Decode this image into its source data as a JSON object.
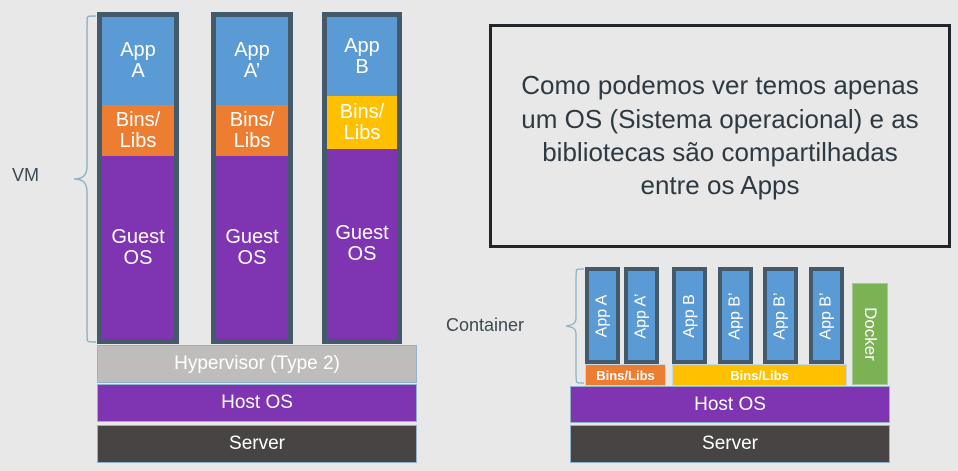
{
  "diagram": {
    "vm_side_label": "VM",
    "container_side_label": "Container",
    "vm_stacks": [
      {
        "app": "App\nA",
        "bins": "Bins/\nLibs",
        "bins_color": "orange",
        "os": "Guest\nOS"
      },
      {
        "app": "App\nA’",
        "bins": "Bins/\nLibs",
        "bins_color": "orange",
        "os": "Guest\nOS"
      },
      {
        "app": "App\nB",
        "bins": "Bins/\nLibs",
        "bins_color": "yellow",
        "os": "Guest\nOS"
      }
    ],
    "vm_bands": [
      {
        "label": "Hypervisor (Type 2)",
        "color": "gray"
      },
      {
        "label": "Host OS",
        "color": "purple"
      },
      {
        "label": "Server",
        "color": "dark"
      }
    ],
    "container_apps": [
      "App A",
      "App A’",
      "App B",
      "App B’",
      "App B’",
      "App B’"
    ],
    "docker_label": "Docker",
    "container_bins": [
      {
        "label": "Bins/Libs",
        "color": "orange"
      },
      {
        "label": "Bins/Libs",
        "color": "yellow"
      }
    ],
    "container_bands": [
      {
        "label": "Host OS",
        "color": "purple"
      },
      {
        "label": "Server",
        "color": "dark"
      }
    ]
  },
  "callout": {
    "text": "Como podemos ver temos apenas um OS (Sistema operacional) e as bibliotecas são compartilhadas entre os Apps"
  },
  "colors": {
    "app_blue": "#5B9BD5",
    "bins_orange": "#ED7D31",
    "bins_yellow": "#FFC000",
    "os_purple": "#7F35B2",
    "hypervisor_gray": "#BFBCBC",
    "server_dark": "#474443",
    "docker_green": "#7BB254",
    "box_border": "#44596a",
    "background": "#e8e8e8"
  }
}
